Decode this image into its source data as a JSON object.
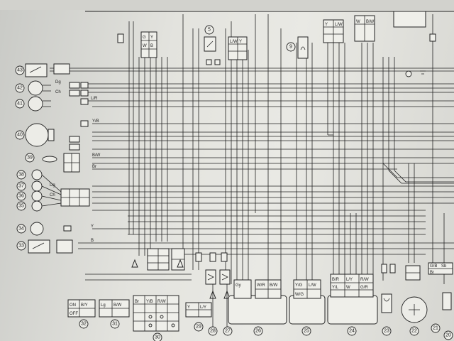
{
  "callouts": [
    {
      "id": "c43",
      "label": "43"
    },
    {
      "id": "c42",
      "label": "42"
    },
    {
      "id": "c41",
      "label": "41"
    },
    {
      "id": "c40",
      "label": "40"
    },
    {
      "id": "c39",
      "label": "39"
    },
    {
      "id": "c38",
      "label": "38"
    },
    {
      "id": "c37",
      "label": "37"
    },
    {
      "id": "c36",
      "label": "36"
    },
    {
      "id": "c35",
      "label": "35"
    },
    {
      "id": "c34",
      "label": "34"
    },
    {
      "id": "c33",
      "label": "33"
    },
    {
      "id": "c32",
      "label": "32"
    },
    {
      "id": "c31",
      "label": "31"
    },
    {
      "id": "c30",
      "label": "30"
    },
    {
      "id": "c29",
      "label": "29"
    },
    {
      "id": "c28",
      "label": "28"
    },
    {
      "id": "c27",
      "label": "27"
    },
    {
      "id": "c26",
      "label": "26"
    },
    {
      "id": "c25",
      "label": "25"
    },
    {
      "id": "c24",
      "label": "24"
    },
    {
      "id": "c23",
      "label": "23"
    },
    {
      "id": "c22",
      "label": "22"
    },
    {
      "id": "c21",
      "label": "21"
    },
    {
      "id": "c20",
      "label": "20"
    },
    {
      "id": "c9",
      "label": "9"
    },
    {
      "id": "c5",
      "label": "5"
    }
  ],
  "wire_codes": {
    "top_connector": [
      "G",
      "Y",
      "W",
      "B",
      "L/W",
      "Y",
      "Y",
      "L/W",
      "W",
      "B/W"
    ],
    "left_side": [
      "Dg",
      "Ch",
      "L/R",
      "Y/B",
      "B/W",
      "Br",
      "Dg",
      "Ch",
      "Y",
      "B"
    ],
    "switch_cells": [
      "ON",
      "OFF",
      "B/Y",
      "Lg",
      "B/W",
      "Br",
      "Y/B",
      "R/W",
      "Y",
      "L/Y"
    ],
    "bottom_units": [
      "Gy",
      "W/R",
      "B/W",
      "Y/G",
      "L/W",
      "W/G",
      "B/R",
      "L/Y",
      "R/W",
      "Y/L",
      "W",
      "G/R",
      "G/B",
      "Sb",
      "Br"
    ]
  }
}
